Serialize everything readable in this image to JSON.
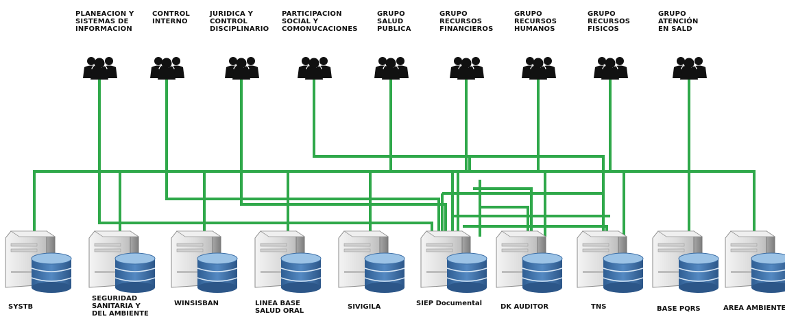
{
  "palette": {
    "line": "#2fa84a",
    "people": "#111111",
    "server_light": "#e2e2e2",
    "server_dark": "#9a9a9a",
    "db_blue": "#3d6fa6",
    "db_top": "#8fb8dd"
  },
  "groups": [
    {
      "id": "planeacion",
      "label": "PLANEACION Y\nSISTEMAS DE\nINFORMACION",
      "icon": "people-group-icon"
    },
    {
      "id": "control-interno",
      "label": "CONTROL\nINTERNO",
      "icon": "people-group-icon"
    },
    {
      "id": "juridica",
      "label": "JURIDICA Y\nCONTROL\nDISCIPLINARIO",
      "icon": "people-group-icon"
    },
    {
      "id": "participacion",
      "label": "PARTICIPACION\nSOCIAL Y\nCOMONUCACIONES",
      "icon": "people-group-icon"
    },
    {
      "id": "salud-publica",
      "label": "GRUPO\nSALUD\nPUBLICA",
      "icon": "people-group-icon"
    },
    {
      "id": "financieros",
      "label": "GRUPO\nRECURSOS\nFINANCIEROS",
      "icon": "people-group-icon"
    },
    {
      "id": "humanos",
      "label": "GRUPO\nRECURSOS\nHUMANOS",
      "icon": "people-group-icon"
    },
    {
      "id": "fisicos",
      "label": "GRUPO\nRECURSOS\nFISICOS",
      "icon": "people-group-icon"
    },
    {
      "id": "atencion",
      "label": "GRUPO\nATENCIÓN\nEN SALD",
      "icon": "people-group-icon"
    }
  ],
  "systems": [
    {
      "id": "systb",
      "label": "SYSTB",
      "icon": "database-server-icon"
    },
    {
      "id": "seguridad",
      "label": "SEGURIDAD\nSANITARIA Y\nDEL AMBIENTE",
      "icon": "database-server-icon"
    },
    {
      "id": "winsisban",
      "label": "WINSISBAN",
      "icon": "database-server-icon"
    },
    {
      "id": "linea-base",
      "label": "LINEA BASE\nSALUD ORAL",
      "icon": "database-server-icon"
    },
    {
      "id": "sivigila",
      "label": "SIVIGILA",
      "icon": "database-server-icon"
    },
    {
      "id": "siep",
      "label": "SIEP Documental",
      "icon": "database-server-icon"
    },
    {
      "id": "dk-auditor",
      "label": "DK AUDITOR",
      "icon": "database-server-icon"
    },
    {
      "id": "tns",
      "label": "TNS",
      "icon": "database-server-icon"
    },
    {
      "id": "base-pqrs",
      "label": "BASE PQRS",
      "icon": "database-server-icon"
    },
    {
      "id": "area-ambiente",
      "label": "AREA AMBIENTE",
      "icon": "database-server-icon"
    }
  ]
}
